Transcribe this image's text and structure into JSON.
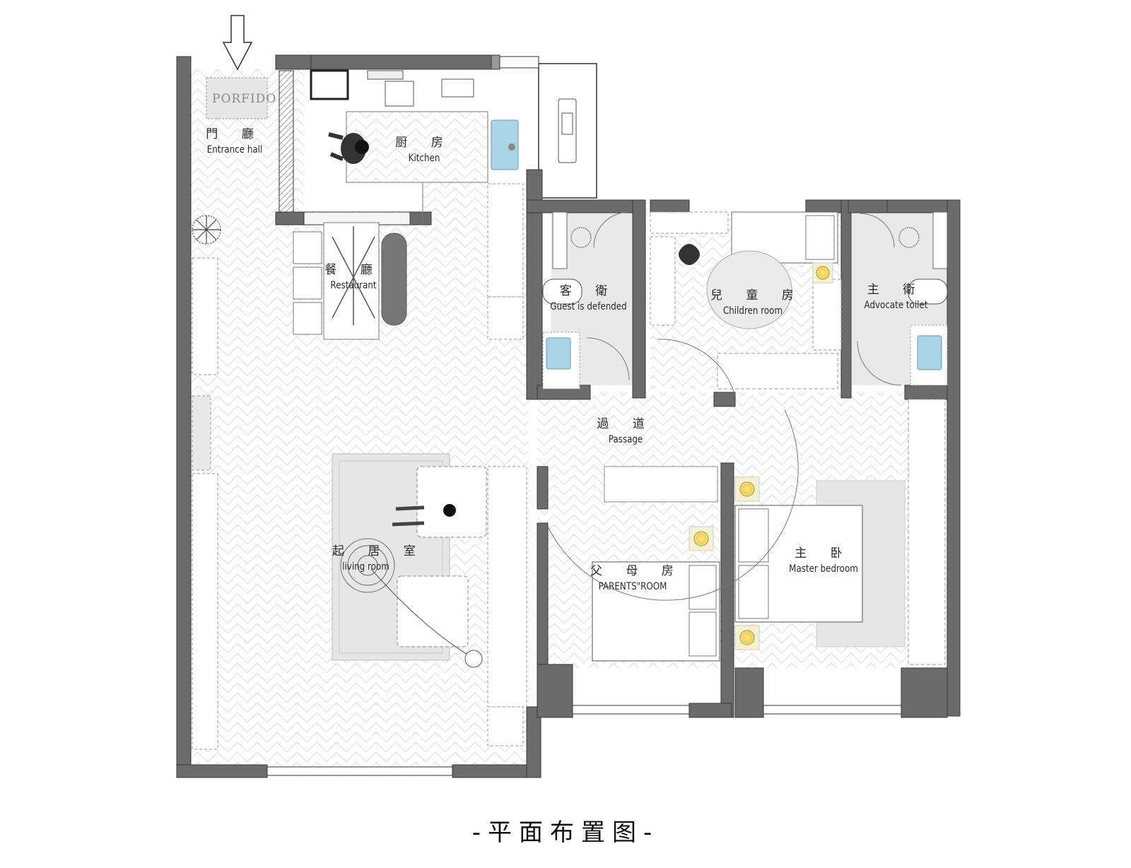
{
  "diagram": {
    "type": "architectural-floor-plan",
    "title": "-平面布置图-",
    "entrance_arrow": "down-arrow-icon",
    "rug_text": "PORFIDO",
    "colors": {
      "wall": "#6b6b6b",
      "wall_edge": "#3a3a3a",
      "floor_pattern": "#d9d9d9",
      "wet_area_floor": "#e8e8e8",
      "rug": "#e6e6e6",
      "sink_basin": "#a9d3e6",
      "lamp": "#f2d65a",
      "figure": "#222222"
    },
    "rooms": [
      {
        "id": "entrance",
        "cn": "門 廳",
        "en": "Entrance hall"
      },
      {
        "id": "kitchen",
        "cn": "厨 房",
        "en": "Kitchen"
      },
      {
        "id": "restaurant",
        "cn": "餐 廳",
        "en": "Restaurant"
      },
      {
        "id": "guest_bath",
        "cn": "客 衛",
        "en": "Guest is defended"
      },
      {
        "id": "children",
        "cn": "兒 童 房",
        "en": "Children room"
      },
      {
        "id": "master_bath",
        "cn": "主 衛",
        "en": "Advocate toilet"
      },
      {
        "id": "passage",
        "cn": "過 道",
        "en": "Passage"
      },
      {
        "id": "living",
        "cn": "起 居 室",
        "en": "living room"
      },
      {
        "id": "parents",
        "cn": "父 母 房",
        "en": "PARENTS\"ROOM"
      },
      {
        "id": "master_bed",
        "cn": "主 卧",
        "en": "Master bedroom"
      }
    ]
  }
}
